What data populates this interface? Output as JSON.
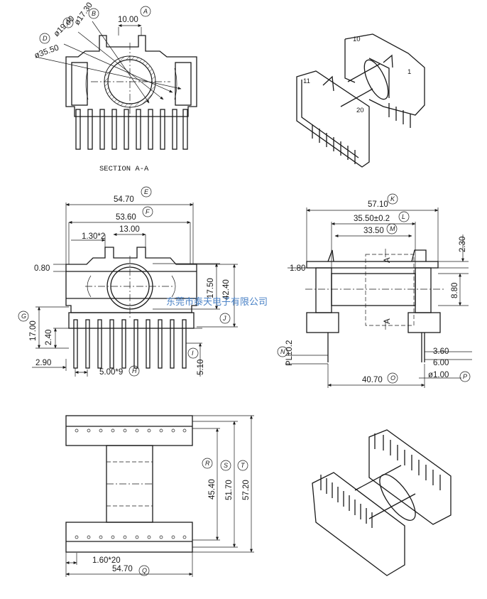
{
  "section_view": {
    "caption": "SECTION A-A",
    "dims": {
      "slot_width": "10.00",
      "d_b": "ø17.30",
      "d_c": "ø19.40",
      "d_d": "ø35.50"
    },
    "markers": {
      "a": "A",
      "b": "B",
      "c": "C",
      "d": "D"
    }
  },
  "front_view": {
    "dims": {
      "e": "54.70",
      "f": "53.60",
      "slot": "1.30*2",
      "opening": "13.00",
      "flange": "0.80",
      "j": "42.40",
      "inner": "17.50",
      "g": "17.00",
      "step": "2.40",
      "edge": "2.90",
      "h": "5.00*9",
      "i": "5.10"
    },
    "markers": {
      "e": "E",
      "f": "F",
      "g": "G",
      "h": "H",
      "i": "I",
      "j": "J"
    }
  },
  "side_view": {
    "dims": {
      "k": "57.10",
      "l": "35.50±0.2",
      "m": "33.50",
      "top": "2.30",
      "left": "1.80",
      "bore": "8.80",
      "n": "PL±0.2",
      "p1": "3.60",
      "p2": "6.00",
      "o": "40.70",
      "p": "ø1.00"
    },
    "section_label_top": "A",
    "section_label_bottom": "A",
    "markers": {
      "k": "K",
      "l": "L",
      "m": "M",
      "n": "N",
      "o": "O",
      "p": "P"
    }
  },
  "bottom_view": {
    "dims": {
      "r": "45.40",
      "s": "51.70",
      "t": "57.20",
      "pitch": "1.60*20",
      "q": "54.70"
    },
    "markers": {
      "q": "Q",
      "r": "R",
      "s": "S",
      "t": "T"
    }
  },
  "iso_view": {
    "pin_labels": [
      "10",
      "1",
      "11",
      "20"
    ]
  },
  "watermark": "东莞市泰天电子有限公司",
  "colors": {
    "line": "#1a1a1a",
    "watermark": "#4a82c6",
    "background": "#ffffff"
  }
}
